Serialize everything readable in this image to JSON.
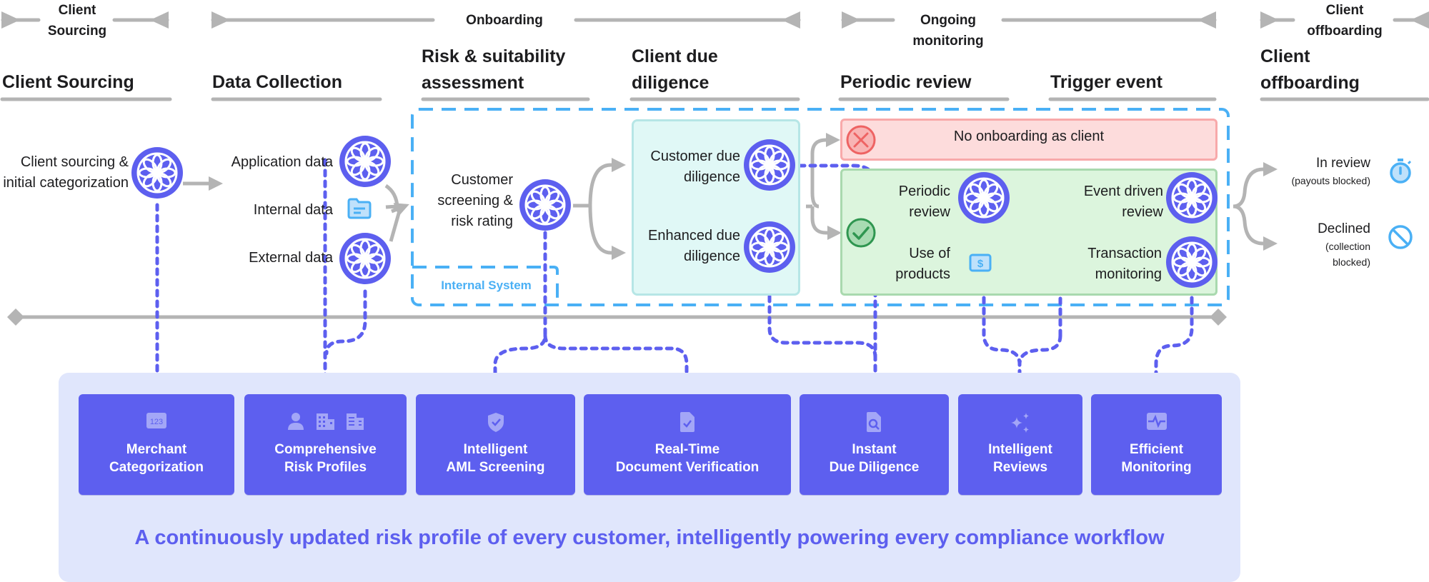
{
  "phases": [
    {
      "label": "Client Sourcing"
    },
    {
      "label": "Onboarding"
    },
    {
      "label": "Ongoing monitoring"
    },
    {
      "label": "Client offboarding"
    }
  ],
  "stages": [
    {
      "title": "Client Sourcing"
    },
    {
      "title": "Data Collection"
    },
    {
      "title": "Risk & suitability assessment"
    },
    {
      "title": "Client due diligence"
    },
    {
      "title": "Periodic review"
    },
    {
      "title": "Trigger event"
    },
    {
      "title": "Client offboarding"
    }
  ],
  "nodes": {
    "client_sourcing": "Client sourcing & initial categorization",
    "application_data": "Application data",
    "internal_data": "Internal data",
    "external_data": "External data",
    "screening": "Customer screening & risk rating",
    "cdd": "Customer due diligence",
    "edd": "Enhanced due diligence",
    "no_onboarding": "No onboarding as client",
    "periodic_review": "Periodic review",
    "event_driven_review": "Event driven review",
    "use_of_products": "Use of products",
    "transaction_monitoring": "Transaction monitoring",
    "internal_system": "Internal System"
  },
  "outcomes": [
    {
      "title": "In review",
      "sub": "(payouts blocked)",
      "icon": "stopwatch-icon"
    },
    {
      "title": "Declined",
      "sub": "(collection blocked)",
      "icon": "prohibited-icon"
    }
  ],
  "capabilities": [
    {
      "line1": "Merchant",
      "line2": "Categorization",
      "icons": [
        "number-123-icon"
      ]
    },
    {
      "line1": "Comprehensive",
      "line2": "Risk Profiles",
      "icons": [
        "person-icon",
        "building-icon",
        "office-icon"
      ]
    },
    {
      "line1": "Intelligent",
      "line2": "AML Screening",
      "icons": [
        "shield-check-icon"
      ]
    },
    {
      "line1": "Real-Time",
      "line2": "Document Verification",
      "icons": [
        "document-check-icon"
      ]
    },
    {
      "line1": "Instant",
      "line2": "Due Diligence",
      "icons": [
        "document-search-icon"
      ]
    },
    {
      "line1": "Intelligent",
      "line2": "Reviews",
      "icons": [
        "sparkles-icon"
      ]
    },
    {
      "line1": "Efficient",
      "line2": "Monitoring",
      "icons": [
        "pulse-monitor-icon"
      ]
    }
  ],
  "tagline": "A continuously updated risk profile of every customer, intelligently powering every compliance workflow",
  "colors": {
    "accent": "#5d5fef",
    "platform_bg": "#e0e6fc",
    "internal_system": "#4ab0f5",
    "connector_gray": "#b4b4b4",
    "reject_bg": "#fddcdc",
    "approve_bg": "#dcf5dd",
    "cdd_bg": "#e0f8f6"
  }
}
